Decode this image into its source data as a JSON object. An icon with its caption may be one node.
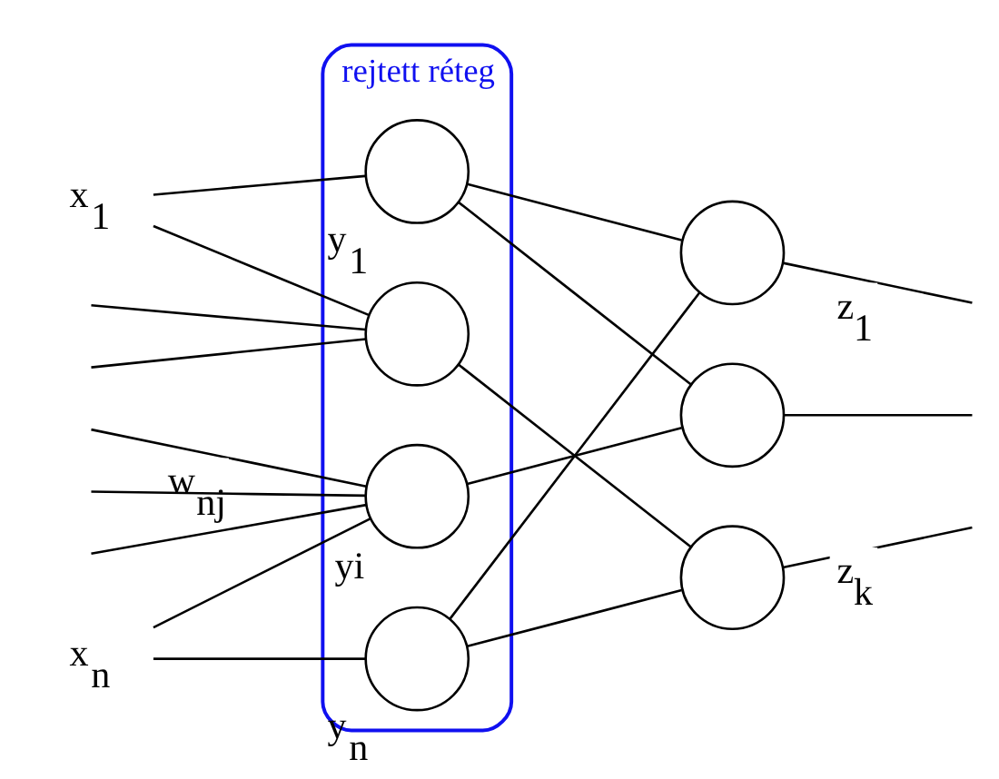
{
  "diagram": {
    "nodes": [
      {
        "text": [
          "x$_{1}$"
        ]
      },
      {
        "text": [
          "x$_{n}$"
        ]
      },
      {
        "text": [
          "rejtett réteg"
        ]
      },
      {
        "text": [],
        "shape": "circle",
        "in": 2,
        "beside": [
          "y$_{1}$"
        ]
      },
      {
        "text": [],
        "shape": "circle",
        "in": 2
      },
      {
        "text": [],
        "shape": "circle",
        "in": 2,
        "beside": [
          "yi"
        ]
      },
      {
        "text": [],
        "shape": "circle",
        "in": 2,
        "beside": [
          "y$_{n}$"
        ]
      },
      {
        "text": [],
        "shape": "circle"
      },
      {
        "text": [],
        "shape": "circle"
      },
      {
        "text": [],
        "shape": "circle"
      }
    ],
    "edges": [
      {
        "from": 0,
        "to": 3,
        "arrow": "none"
      },
      {
        "from": 0,
        "to": 4,
        "arrow": "none"
      },
      {
        "from": null,
        "to": 4,
        "arrow": "none"
      },
      {
        "from": null,
        "to": 4,
        "arrow": "none"
      },
      {
        "from": null,
        "to": 5,
        "arrow": "none",
        "label": "w$_{nj}$"
      },
      {
        "from": null,
        "to": 5,
        "arrow": "none"
      },
      {
        "from": null,
        "to": 5,
        "arrow": "none"
      },
      {
        "from": 1,
        "to": 5,
        "arrow": "none"
      },
      {
        "from": 1,
        "to": 6,
        "arrow": "none"
      },
      {
        "from": 3,
        "to": 7,
        "arrow": "none"
      },
      {
        "from": 3,
        "to": 8,
        "arrow": "none"
      },
      {
        "from": 4,
        "to": 9,
        "arrow": "none"
      },
      {
        "from": 5,
        "to": 8,
        "arrow": "none"
      },
      {
        "from": 6,
        "to": 7,
        "arrow": "none"
      },
      {
        "from": 6,
        "to": 9,
        "arrow": "none"
      },
      {
        "from": 7,
        "to": null,
        "arrow": "none",
        "label": "z$_{1}$"
      },
      {
        "from": 8,
        "to": null,
        "arrow": "none"
      },
      {
        "from": 9,
        "to": null,
        "arrow": "none",
        "label": "z$_{k}$"
      }
    ]
  }
}
